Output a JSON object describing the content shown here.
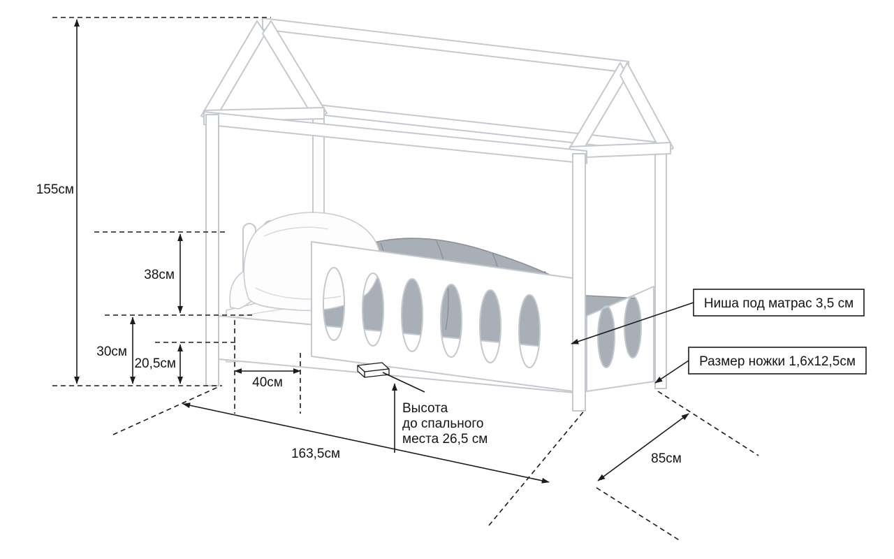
{
  "dims": {
    "total_height": "155см",
    "rail_to_slats": "38см",
    "floor_to_rail": "30см",
    "floor_to_niche": "20,5см",
    "entry_gap": "40см",
    "length": "163,5см",
    "depth": "85см"
  },
  "sleep_note": {
    "line1": "Высота",
    "line2": "до спального",
    "line3": "места 26,5 см"
  },
  "callouts": {
    "mattress_niche": "Ниша под матрас 3,5 см",
    "leg_size": "Размер ножки 1,6х12,5см"
  },
  "colors": {
    "bed_outline": "#c3c9cf",
    "blanket": "#a9afb7",
    "annotation": "#1b1b1b"
  }
}
